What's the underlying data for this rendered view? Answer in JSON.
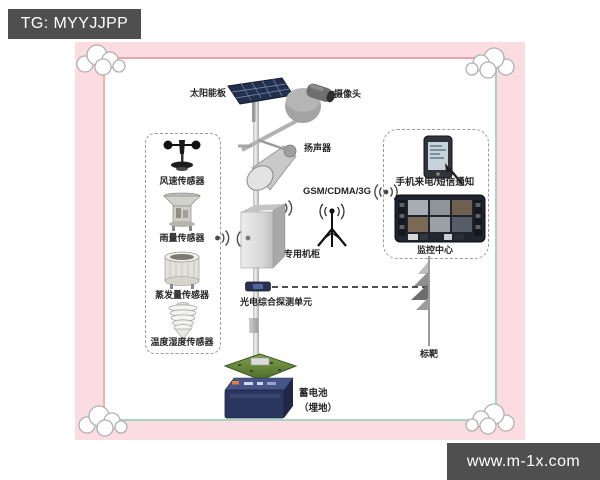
{
  "watermarks": {
    "top_left": "TG: MYYJJPP",
    "bottom_right": "www.m-1x.com"
  },
  "station": {
    "solar_panel": "太阳能板",
    "camera": "摄像头",
    "speaker": "扬声器",
    "gsm": "GSM/CDMA/3G",
    "cabinet": "专用机柜",
    "photoelectric_unit": "光电综合探测单元",
    "target": "标靶",
    "battery_line1": "蓄电池",
    "battery_line2": "（埋地）"
  },
  "sensor_panel": {
    "items": [
      {
        "icon": "anemometer-icon",
        "label": "风速传感器"
      },
      {
        "icon": "rain-gauge-icon",
        "label": "雨量传感器"
      },
      {
        "icon": "evaporation-pan-icon",
        "label": "蒸发量传感器"
      },
      {
        "icon": "radiation-shield-icon",
        "label": "温度湿度传感器"
      }
    ]
  },
  "control_panel": {
    "items": [
      {
        "icon": "phone-icon",
        "label": "手机来电/短信通知"
      },
      {
        "icon": "video-wall-icon",
        "label": "监控中心"
      }
    ]
  },
  "colors": {
    "frame_pink": "#fbdce2",
    "border_pink": "#e7a6ac",
    "border_green": "#a9d4bf",
    "watermark_bg": "#4f4f4f",
    "solar_navy": "#22304e",
    "battery_navy": "#2b365f"
  }
}
